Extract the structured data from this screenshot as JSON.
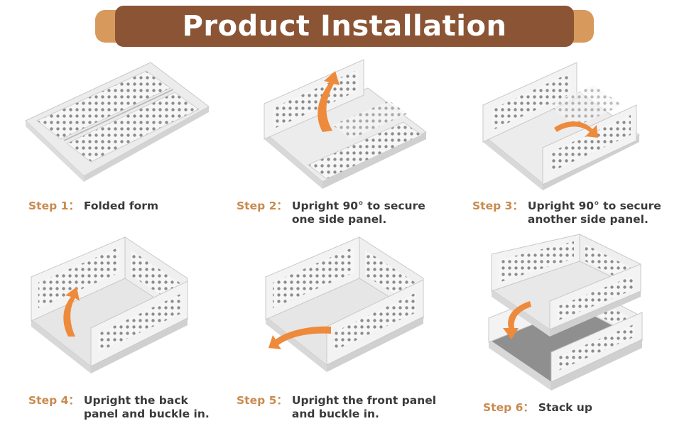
{
  "title": "Product Installation",
  "colors": {
    "banner_dark": "#8a5435",
    "banner_light": "#d79a5c",
    "step_label": "#c98a4e",
    "arrow": "#ee8a3c",
    "crate": "#f4f4f4",
    "crate_edge": "#c9c9c9"
  },
  "steps": [
    {
      "label": "Step 1：",
      "lines": [
        "Folded form"
      ]
    },
    {
      "label": "Step 2：",
      "lines": [
        "Upright 90° to secure",
        "one side panel."
      ]
    },
    {
      "label": "Step 3：",
      "lines": [
        "Upright 90° to secure",
        "another side panel."
      ]
    },
    {
      "label": "Step 4：",
      "lines": [
        "Upright the back",
        "panel and buckle in."
      ]
    },
    {
      "label": "Step 5：",
      "lines": [
        "Upright the front panel",
        "and buckle in."
      ]
    },
    {
      "label": "Step 6：",
      "lines": [
        "Stack up"
      ]
    }
  ]
}
